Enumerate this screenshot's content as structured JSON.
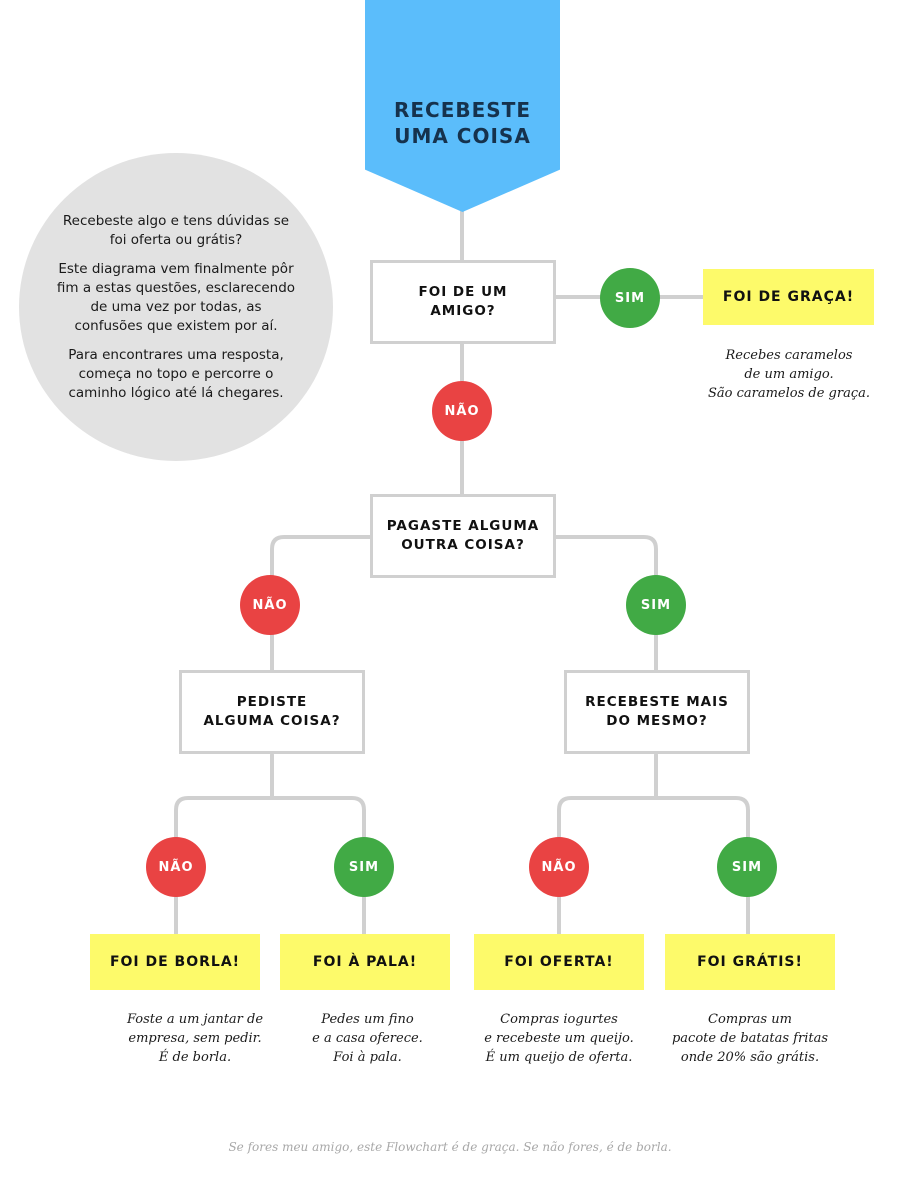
{
  "colors": {
    "start": "#5bbdfb",
    "connector": "#d0d0d0",
    "intro_bg": "#e2e2e2",
    "yes": "#41aa45",
    "no": "#e94343",
    "result": "#fdfa6a"
  },
  "start": {
    "title": "RECEBESTE\nUMA COISA"
  },
  "intro": {
    "p1": "Recebeste algo e tens dúvidas se foi oferta ou grátis?",
    "p2": "Este diagrama vem finalmente pôr fim a estas questões, esclarecendo de uma vez por todas, as confusões que existem por aí.",
    "p3": "Para encontrares uma resposta, começa no topo e percorre o caminho lógico até lá chegares."
  },
  "questions": {
    "friend": "FOI DE UM\nAMIGO?",
    "paid": "PAGASTE ALGUMA\nOUTRA COISA?",
    "asked": "PEDISTE\nALGUMA COISA?",
    "more": "RECEBESTE MAIS\nDO MESMO?"
  },
  "answers": {
    "yes": "SIM",
    "no": "NÃO"
  },
  "results": {
    "graca": "FOI DE GRAÇA!",
    "borla": "FOI DE BORLA!",
    "pala": "FOI À PALA!",
    "oferta": "FOI OFERTA!",
    "gratis": "FOI GRÁTIS!"
  },
  "examples": {
    "graca": "Recebes caramelos\nde um amigo.\nSão caramelos de graça.",
    "borla": "Foste a um jantar de\nempresa, sem pedir.\nÉ de borla.",
    "pala": "Pedes um fino\ne a casa oferece.\nFoi à pala.",
    "oferta": "Compras iogurtes\ne recebeste um queijo.\nÉ um queijo de oferta.",
    "gratis": "Compras um\npacote de batatas fritas\nonde 20% são grátis."
  },
  "footer": "Se fores meu amigo, este Flowchart é de graça. Se não fores, é de borla."
}
